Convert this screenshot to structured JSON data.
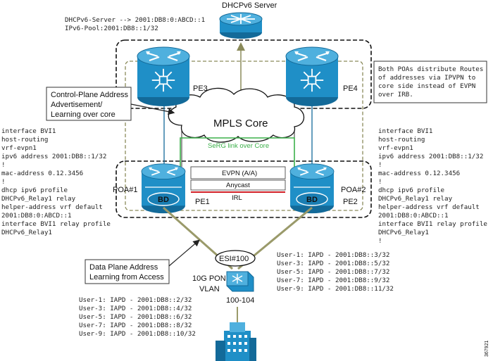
{
  "dhcp_server": {
    "title": "DHCPv6 Server",
    "server_line": "DHCPv6-Server --> 2001:DB8:0:ABCD::1",
    "pool_line": "IPv6-Pool:2001:DB8::1/32"
  },
  "notes": {
    "poa_routes": [
      "Both POAs distribute Routes",
      "of addresses via IPVPN to",
      "core side instead of EVPN",
      "over IRB."
    ],
    "control_plane": [
      "Control-Plane Address",
      "Advertisement/",
      "Learning over core"
    ],
    "data_plane": [
      "Data Plane Address",
      "Learning from Access"
    ]
  },
  "core": {
    "mpls_label": "MPLS Core",
    "serg_label": "SeRG link over Core"
  },
  "routers": {
    "pe3": "PE3",
    "pe4": "PE4",
    "poa1": "POA#1",
    "poa2": "POA#2",
    "pe1": "PE1",
    "pe2": "PE2",
    "bd": "BD"
  },
  "links": {
    "evpn": "EVPN (A/A)",
    "anycast": "Anycast",
    "irl": "IRL"
  },
  "config_left": [
    "interface BVI1",
    "  host-routing",
    "  vrf-evpn1",
    "  ipv6 address 2001:DB8::1/32",
    "  !",
    "  mac-address 0.12.3456",
    "  !",
    "  dhcp ipv6 profile",
    "  DHCPv6_Relay1 relay",
    "  helper-address vrf default",
    "  2001:DB8:0:ABCD::1",
    "  interface BVI1 relay profile",
    "  DHCPv6_Relay1"
  ],
  "config_right": [
    "interface BVI1",
    "  host-routing",
    "  vrf-evpn1",
    "  ipv6 address 2001:DB8::1/32",
    "  !",
    "  mac-address 0.12.3456",
    "  !",
    "  dhcp ipv6 profile",
    "  DHCPv6_Relay1 relay",
    "  helper-address vrf default",
    "  2001:DB8:0:ABCD::1",
    "  interface BVI1 relay profile",
    "  DHCPv6_Relay1",
    "  !"
  ],
  "access": {
    "esi": "ESI#100",
    "pon": "10G PON",
    "vlan": "VLAN",
    "vlan_range": "100-104"
  },
  "users_right": [
    "User-1: IAPD - 2001:DB8::3/32",
    "User-3: IAPD - 2001:DB8::5/32",
    "User-5: IAPD - 2001:DB8::7/32",
    "User-7: IAPD - 2001:DB8::9/32",
    "User-9: IAPD - 2001:DB8::11/32"
  ],
  "users_left": [
    "User-1: IAPD - 2001:DB8::2/32",
    "User-3: IAPD - 2001:DB8::4/32",
    "User-5: IAPD - 2001:DB8::6/32",
    "User-7: IAPD - 2001:DB8::8/32",
    "User-9: IAPD - 2001:DB8::10/32"
  ],
  "figure_id": "367921",
  "colors": {
    "router_blue": "#1f8fc7",
    "router_dark": "#136a99",
    "serg_green": "#3cb04a",
    "irl_red": "#d21f26",
    "dashed_olive": "#8a8a5a",
    "access_line": "#9a9a6a"
  }
}
